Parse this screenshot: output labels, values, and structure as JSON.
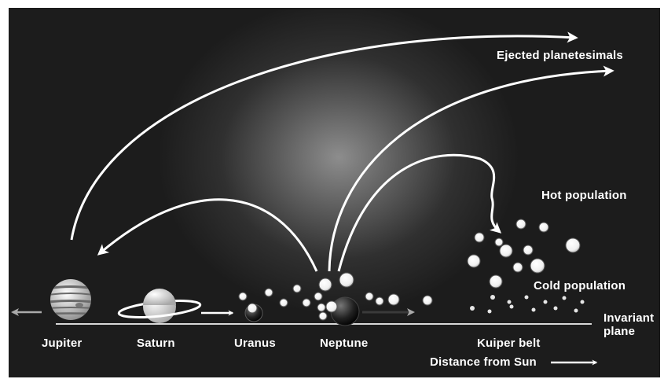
{
  "labels": {
    "ejected": "Ejected planetesimals",
    "hot": "Hot population",
    "cold": "Cold population",
    "invariant_line1": "Invariant",
    "invariant_line2": "plane",
    "jupiter": "Jupiter",
    "saturn": "Saturn",
    "uranus": "Uranus",
    "neptune": "Neptune",
    "kuiper": "Kuiper belt",
    "distance": "Distance from Sun"
  },
  "colors": {
    "background": "#1c1c1c",
    "foreground": "#ffffff"
  }
}
